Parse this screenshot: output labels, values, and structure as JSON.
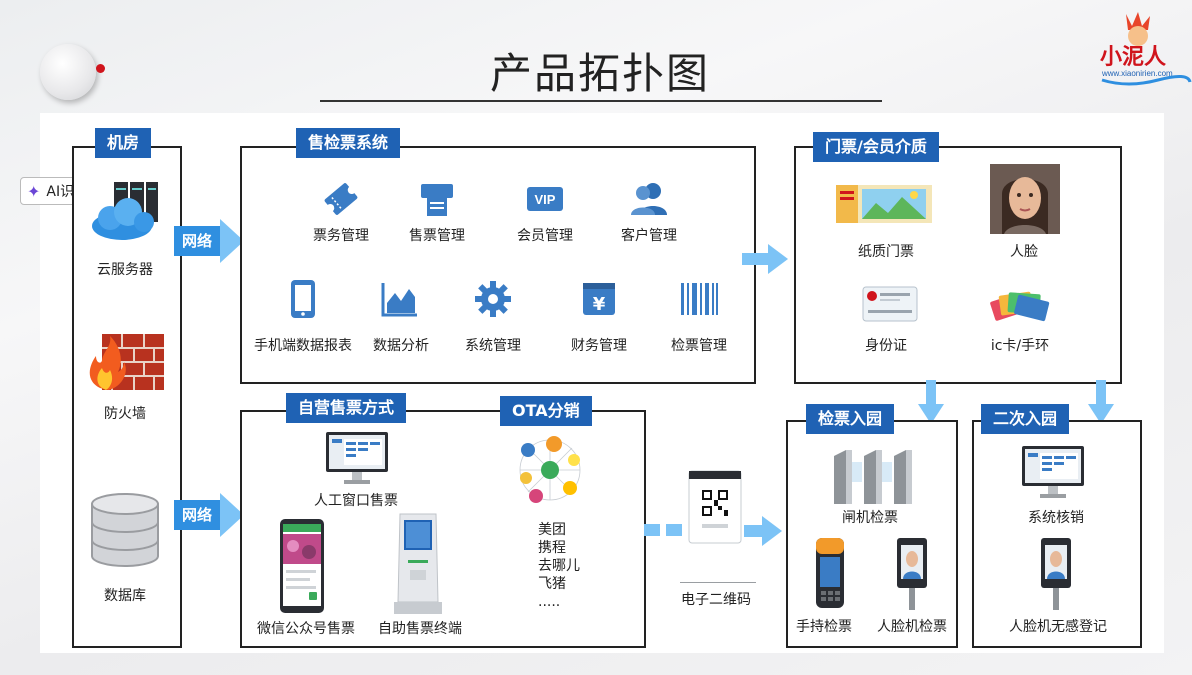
{
  "title": "产品拓扑图",
  "ai_button": {
    "label": "AI识图"
  },
  "logo": {
    "name": "小泥人",
    "domain": "www.xiaonirien.com"
  },
  "colors": {
    "tag_blue": "#1f62b4",
    "arrow_blue": "#7cc3f6",
    "net_blue": "#2f8fe0",
    "icon_blue": "#3a7cc5"
  },
  "jifang": {
    "tag": "机房",
    "items": [
      {
        "label": "云服务器",
        "icon": "cloud-server-icon"
      },
      {
        "label": "防火墙",
        "icon": "firewall-icon"
      },
      {
        "label": "数据库",
        "icon": "database-icon"
      }
    ]
  },
  "network": {
    "label": "网络"
  },
  "ticket_system": {
    "tag": "售检票系统",
    "modules": [
      {
        "label": "票务管理",
        "icon": "ticket-icon"
      },
      {
        "label": "售票管理",
        "icon": "printer-icon"
      },
      {
        "label": "会员管理",
        "icon": "vip-icon"
      },
      {
        "label": "客户管理",
        "icon": "users-icon"
      },
      {
        "label": "手机端数据报表",
        "icon": "phone-icon"
      },
      {
        "label": "数据分析",
        "icon": "area-chart-icon"
      },
      {
        "label": "系统管理",
        "icon": "gear-icon"
      },
      {
        "label": "财务管理",
        "icon": "yuan-icon"
      },
      {
        "label": "检票管理",
        "icon": "barcode-icon"
      }
    ]
  },
  "media": {
    "tag": "门票/会员介质",
    "items": [
      {
        "label": "纸质门票",
        "icon": "paper-ticket-icon"
      },
      {
        "label": "人脸",
        "icon": "face-photo-icon"
      },
      {
        "label": "身份证",
        "icon": "id-card-icon"
      },
      {
        "label": "ic卡/手环",
        "icon": "ic-card-icon"
      }
    ]
  },
  "self_sale": {
    "tag": "自营售票方式",
    "items": [
      {
        "label": "人工窗口售票",
        "icon": "monitor-icon"
      },
      {
        "label": "微信公众号售票",
        "icon": "wechat-phone-icon"
      },
      {
        "label": "自助售票终端",
        "icon": "kiosk-icon"
      }
    ]
  },
  "ota": {
    "tag": "OTA分销",
    "channels": [
      "美团",
      "携程",
      "去哪儿",
      "飞猪",
      "....."
    ]
  },
  "qr": {
    "label": "电子二维码"
  },
  "check_in": {
    "tag": "检票入园",
    "items": [
      {
        "label": "闸机检票",
        "icon": "turnstile-icon"
      },
      {
        "label": "手持检票",
        "icon": "handheld-icon"
      },
      {
        "label": "人脸机检票",
        "icon": "face-terminal-icon"
      }
    ]
  },
  "second_entry": {
    "tag": "二次入园",
    "items": [
      {
        "label": "系统核销",
        "icon": "monitor-icon"
      },
      {
        "label": "人脸机无感登记",
        "icon": "face-terminal-icon"
      }
    ]
  }
}
